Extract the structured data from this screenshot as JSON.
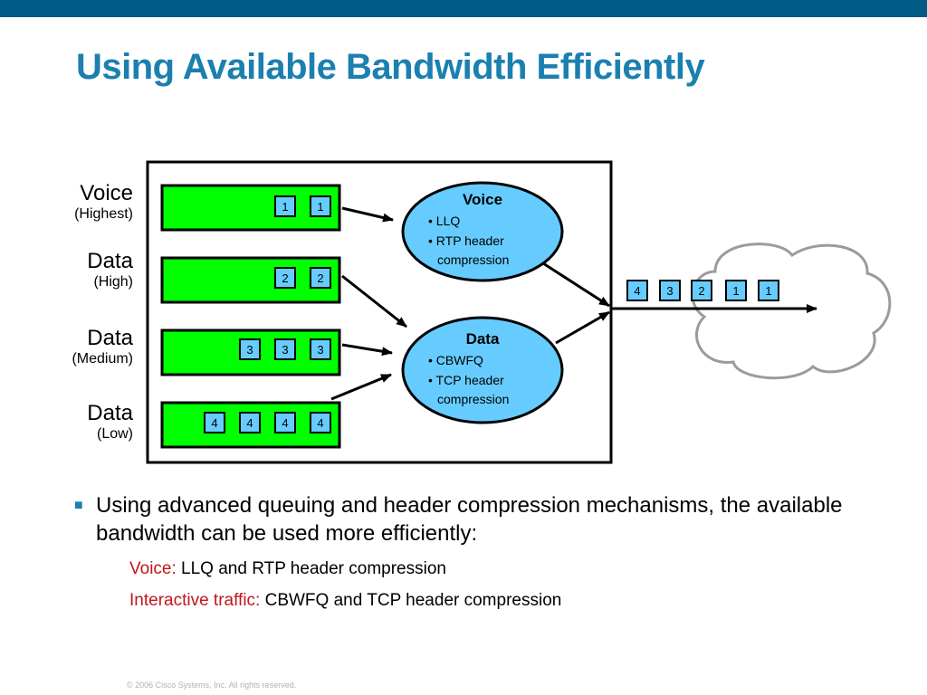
{
  "title": "Using Available Bandwidth Efficiently",
  "queues": [
    {
      "label": "Voice",
      "sub": "(Highest)",
      "packets": [
        "1",
        "1"
      ]
    },
    {
      "label": "Data",
      "sub": "(High)",
      "packets": [
        "2",
        "2"
      ]
    },
    {
      "label": "Data",
      "sub": "(Medium)",
      "packets": [
        "3",
        "3",
        "3"
      ]
    },
    {
      "label": "Data",
      "sub": "(Low)",
      "packets": [
        "4",
        "4",
        "4",
        "4"
      ]
    }
  ],
  "schedulers": [
    {
      "title": "Voice",
      "items": [
        "• LLQ",
        "• RTP header",
        "compression"
      ]
    },
    {
      "title": "Data",
      "items": [
        "• CBWFQ",
        "• TCP header",
        "compression"
      ]
    }
  ],
  "output_packets": [
    "4",
    "3",
    "2",
    "1",
    "1"
  ],
  "colors": {
    "queue_fill": "#00ff00",
    "packet_fill": "#66ccff",
    "ellipse_fill": "#66ccff",
    "title": "#1b7fb0",
    "bar": "#005a86",
    "highlight": "#c0161c"
  },
  "bullets": {
    "main": "Using advanced queuing and header compression mechanisms, the available bandwidth can be used more efficiently:",
    "sub1_label": "Voice:",
    "sub1_text": "LLQ and RTP header compression",
    "sub2_label": "Interactive traffic:",
    "sub2_text": "CBWFQ and TCP header compression"
  },
  "copyright": "© 2006 Cisco Systems, Inc. All rights reserved."
}
